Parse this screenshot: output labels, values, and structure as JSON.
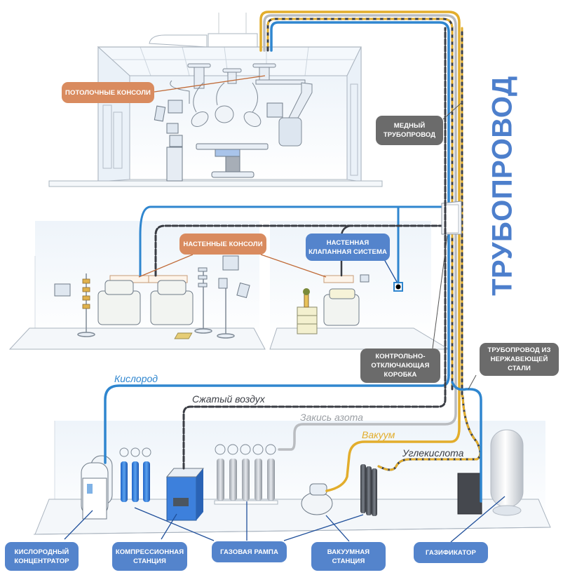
{
  "title": "ТРУБОПРОВОД",
  "colors": {
    "oxygen": "#2f86cf",
    "compressed_air": "#3a3d44",
    "nitrous_oxide": "#b9bcc0",
    "vacuum": "#e2ad2c",
    "co2": "#e2ad2c",
    "label_orange": "#d98b5f",
    "label_blue": "#5484cc",
    "label_gray": "#6b6b6b",
    "title": "#4d7fcc"
  },
  "labels": {
    "ceiling_consoles": "ПОТОЛОЧНЫЕ КОНСОЛИ",
    "wall_consoles": "НАСТЕННЫЕ КОНСОЛИ",
    "wall_valve_system": "НАСТЕННАЯ КЛАПАННАЯ СИСТЕМА",
    "copper_pipeline": "МЕДНЫЙ ТРУБОПРОВОД",
    "control_shutoff_box": "КОНТРОЛЬНО-ОТКЛЮЧАЮЩАЯ КОРОБКА",
    "stainless_pipeline": "ТРУБОПРОВОД ИЗ НЕРЖАВЕЮЩЕЙ СТАЛИ",
    "oxygen_concentrator": "КИСЛОРОДНЫЙ КОНЦЕНТРАТОР",
    "compressor_station": "КОМПРЕССИОННАЯ СТАНЦИЯ",
    "gas_manifold": "ГАЗОВАЯ РАМПА",
    "vacuum_station": "ВАКУУМНАЯ СТАНЦИЯ",
    "gasifier": "ГАЗИФИКАТОР"
  },
  "gases": {
    "oxygen": "Кислород",
    "compressed_air": "Сжатый воздух",
    "nitrous_oxide": "Закись азота",
    "vacuum": "Вакуум",
    "co2": "Углекислота"
  },
  "areas": [
    "operating-room",
    "ward-two-beds",
    "ward-one-bed",
    "plant-room"
  ]
}
